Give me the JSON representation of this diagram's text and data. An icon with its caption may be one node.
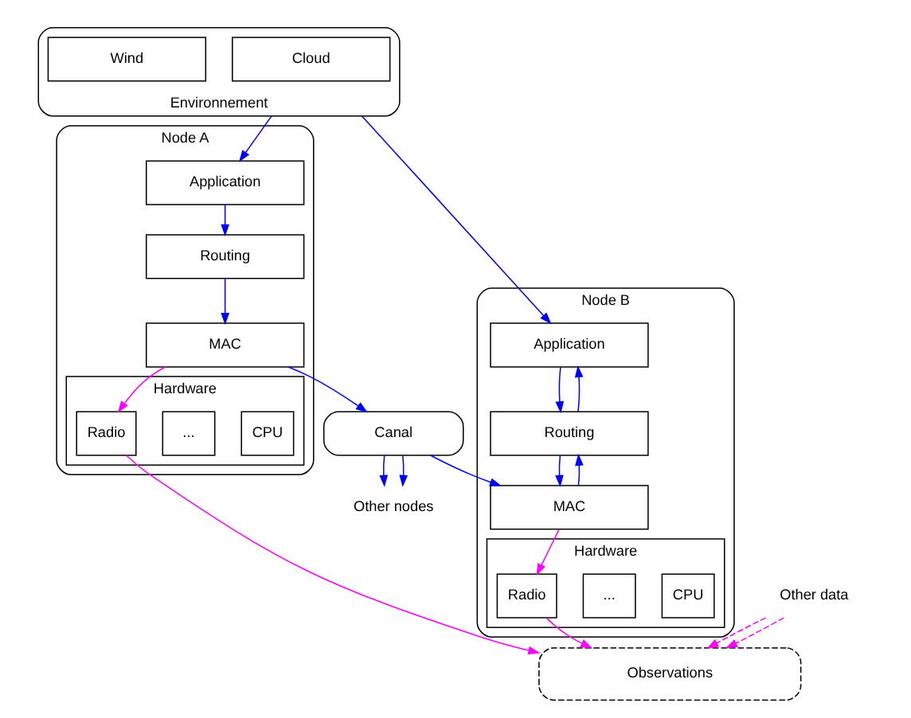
{
  "diagram": {
    "nodes": [
      {
        "text": [
          "Environnement"
        ]
      },
      {
        "text": [
          "Cloud"
        ],
        "in": 0
      },
      {
        "text": [
          "Wind"
        ],
        "in": 0
      },
      {
        "text": [
          "Canal"
        ]
      },
      {
        "text": [
          "Other nodes"
        ]
      },
      {
        "text": [
          "Node A"
        ]
      },
      {
        "text": [
          "Application"
        ],
        "in": 5
      },
      {
        "text": [
          "Routing"
        ],
        "in": 5
      },
      {
        "text": [
          "MAC"
        ],
        "in": 5
      },
      {
        "text": [
          "Hardware"
        ],
        "in": 5
      },
      {
        "text": [
          "CPU"
        ],
        "in": 9
      },
      {
        "text": [
          "..."
        ],
        "in": 9
      },
      {
        "text": [
          "Radio"
        ],
        "in": 9
      },
      {
        "text": [
          "Node B"
        ]
      },
      {
        "text": [
          "Application"
        ],
        "in": 13
      },
      {
        "text": [
          "Routing"
        ],
        "in": 13
      },
      {
        "text": [
          "MAC"
        ],
        "in": 13
      },
      {
        "text": [
          "Hardware"
        ],
        "in": 13
      },
      {
        "text": [
          "CPU"
        ],
        "in": 17
      },
      {
        "text": [
          "..."
        ],
        "in": 17
      },
      {
        "text": [
          "Radio"
        ],
        "in": 17
      },
      {
        "text": [
          "Other data"
        ]
      },
      {
        "text": [
          "Observations"
        ]
      }
    ],
    "edges": [
      {
        "from": 0,
        "to": 6,
        "arrow": "to"
      },
      {
        "from": 0,
        "to": 14,
        "arrow": "to"
      },
      {
        "from": 6,
        "to": 7,
        "arrow": "to"
      },
      {
        "from": 7,
        "to": 8,
        "arrow": "to"
      },
      {
        "from": 8,
        "to": 3,
        "arrow": "to"
      },
      {
        "from": 3,
        "to": 4,
        "arrow": "to"
      },
      {
        "from": 3,
        "to": 4,
        "arrow": "to"
      },
      {
        "from": 3,
        "to": 16,
        "arrow": "to"
      },
      {
        "from": 14,
        "to": 15,
        "arrow": "to"
      },
      {
        "from": 15,
        "to": 16,
        "arrow": "to"
      },
      {
        "from": 15,
        "to": 14,
        "arrow": "to"
      },
      {
        "from": 16,
        "to": 15,
        "arrow": "to"
      },
      {
        "from": 8,
        "to": 12,
        "arrow": "to",
        "color": "#ff00ff"
      },
      {
        "from": 12,
        "to": 22,
        "arrow": "to",
        "color": "#ff00ff"
      },
      {
        "from": 16,
        "to": 20,
        "arrow": "to",
        "color": "#ff00ff"
      },
      {
        "from": 20,
        "to": 22,
        "arrow": "to",
        "color": "#ff00ff"
      },
      {
        "from": 21,
        "to": 22,
        "arrow": "to",
        "style": "dashed",
        "color": "#ff00ff"
      },
      {
        "from": 21,
        "to": 22,
        "arrow": "to",
        "style": "dashed",
        "color": "#ff00ff"
      }
    ]
  }
}
